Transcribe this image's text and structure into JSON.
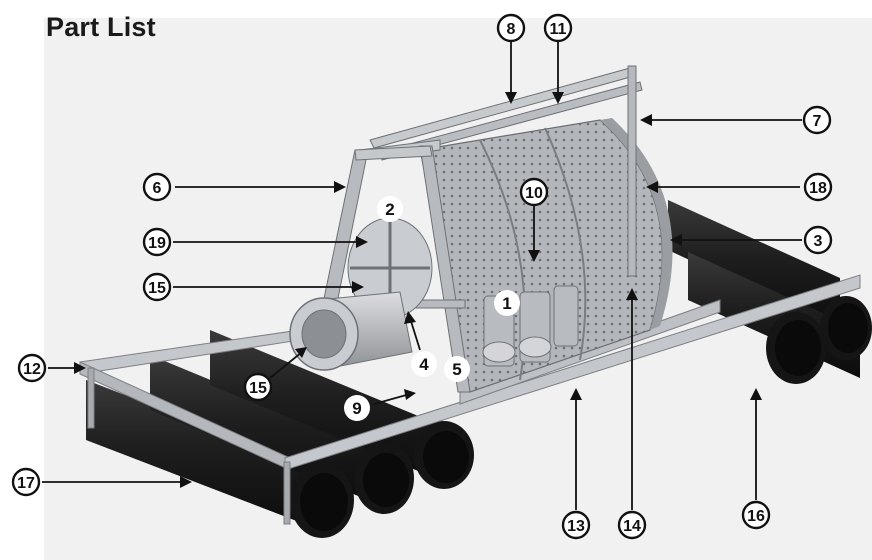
{
  "title": "Part List",
  "callouts": {
    "c1": "1",
    "c2": "2",
    "c3": "3",
    "c4": "4",
    "c5": "5",
    "c6": "6",
    "c7": "7",
    "c8": "8",
    "c9": "9",
    "c10": "10",
    "c11": "11",
    "c12": "12",
    "c13": "13",
    "c14": "14",
    "c15a": "15",
    "c15b": "15",
    "c16": "16",
    "c17": "17",
    "c18": "18",
    "c19": "19"
  },
  "colors": {
    "frame": "#b9bcc0",
    "drum": "#a9adb2",
    "float": "#1c1c1c",
    "label_ink": "#111111"
  }
}
